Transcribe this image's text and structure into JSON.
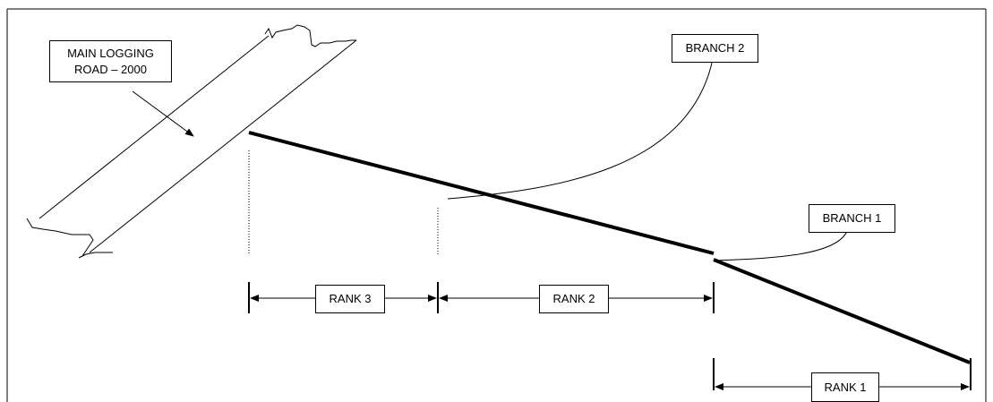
{
  "labels": {
    "main_road_line1": "MAIN LOGGING",
    "main_road_line2": "ROAD – 2000",
    "branch2": "BRANCH 2",
    "branch1": "BRANCH 1",
    "rank3": "RANK 3",
    "rank2": "RANK 2",
    "rank1": "RANK 1"
  },
  "colors": {
    "stroke": "#000000",
    "background": "#ffffff"
  }
}
